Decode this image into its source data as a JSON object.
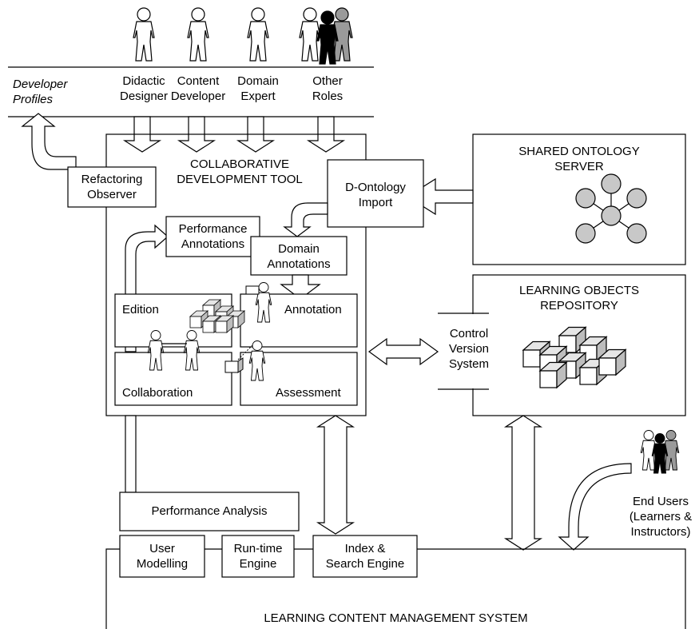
{
  "roles": {
    "didactic_1": "Didactic",
    "didactic_2": "Designer",
    "content_1": "Content",
    "content_2": "Developer",
    "domain_1": "Domain",
    "domain_2": "Expert",
    "other_1": "Other",
    "other_2": "Roles"
  },
  "developer_profiles": {
    "line1": "Developer",
    "line2": "Profiles"
  },
  "refactoring_observer": {
    "line1": "Refactoring",
    "line2": "Observer"
  },
  "collab_tool": {
    "line1": "COLLABORATIVE",
    "line2": "DEVELOPMENT TOOL"
  },
  "d_ontology_import": {
    "line1": "D-Ontology",
    "line2": "Import"
  },
  "shared_ontology_server": {
    "line1": "SHARED ONTOLOGY",
    "line2": "SERVER"
  },
  "performance_annotations": {
    "line1": "Performance",
    "line2": "Annotations"
  },
  "domain_annotations": {
    "line1": "Domain",
    "line2": "Annotations"
  },
  "quadrants": {
    "edition": "Edition",
    "annotation": "Annotation",
    "collaboration": "Collaboration",
    "assessment": "Assessment"
  },
  "lo_repository": {
    "line1": "LEARNING OBJECTS",
    "line2": "REPOSITORY"
  },
  "control_version": {
    "line1": "Control",
    "line2": "Version",
    "line3": "System"
  },
  "performance_analysis": "Performance Analysis",
  "end_users": {
    "line1": "End Users",
    "line2": "(Learners &",
    "line3": "Instructors)"
  },
  "user_modelling": {
    "line1": "User",
    "line2": "Modelling"
  },
  "runtime_engine": {
    "line1": "Run-time",
    "line2": "Engine"
  },
  "index_search": {
    "line1": "Index &",
    "line2": "Search Engine"
  },
  "lcms": "LEARNING CONTENT MANAGEMENT SYSTEM",
  "colors": {
    "node_fill": "#c8c8c8",
    "cube_front": "#ffffff",
    "cube_side": "#bdbdbd",
    "cube_top": "#e6e6e6",
    "dark_figure": "#000000",
    "grey_figure": "#9a9a9a"
  },
  "icons": {
    "people": "person-figure-icon",
    "ontology": "ontology-graph-icon",
    "cubes": "learning-object-cubes-icon",
    "workers": "worker-figure-icon"
  }
}
